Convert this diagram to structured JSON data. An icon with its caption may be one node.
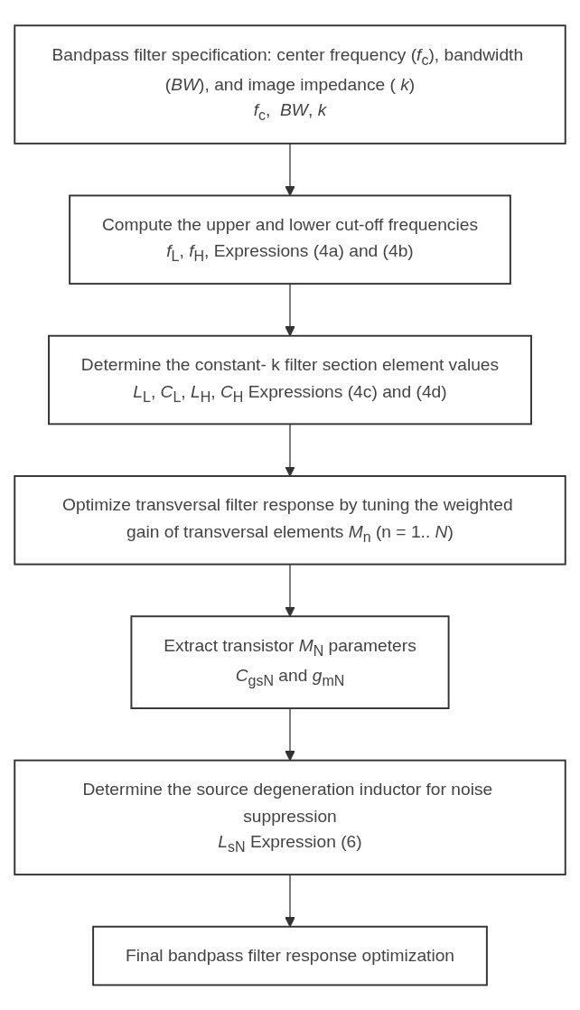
{
  "diagram": {
    "nodes": [
      {
        "text": [
          "Bandpass filter specification: center frequency (*f*$_{c}$), bandwidth (*BW*), and image impedance ( *k*)",
          "*f*$_{c}$,  *BW*, *k*"
        ]
      },
      {
        "text": [
          "Compute the upper and lower cut-off frequencies",
          "*f*$_{L}$, *f*$_{H}$, Expressions (4a) and (4b)"
        ]
      },
      {
        "text": [
          "Determine the constant- k filter section element values",
          "*L*$_{L}$, *C*$_{L}$, *L*$_{H}$, *C*$_{H}$ Expressions (4c) and (4d)"
        ]
      },
      {
        "text": [
          "Optimize transversal filter response by tuning the weighted gain of transversal elements *M*$_{n}$ (n = 1.. *N*)"
        ]
      },
      {
        "text": [
          "Extract transistor  *M*$_{N}$ parameters",
          "*C*$_{gsN}$  and *g*$_{mN}$"
        ]
      },
      {
        "text": [
          "Determine the source degeneration inductor for noise suppression",
          "*L*$_{sN}$ Expression (6)"
        ]
      },
      {
        "text": [
          "Final bandpass filter response optimization"
        ]
      }
    ],
    "edges": [
      {
        "from": 0,
        "to": 1,
        "arrow": "to"
      },
      {
        "from": 1,
        "to": 2,
        "arrow": "to"
      },
      {
        "from": 2,
        "to": 3,
        "arrow": "to"
      },
      {
        "from": 3,
        "to": 4,
        "arrow": "to"
      },
      {
        "from": 4,
        "to": 5,
        "arrow": "to"
      },
      {
        "from": 5,
        "to": 6,
        "arrow": "to"
      }
    ]
  }
}
